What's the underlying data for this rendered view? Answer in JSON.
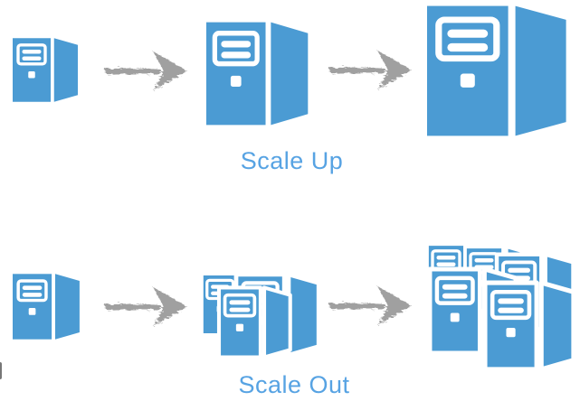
{
  "diagram": {
    "labels": {
      "scale_up": "Scale Up",
      "scale_out": "Scale Out"
    },
    "colors": {
      "server_blue": "#4B9BD3",
      "arrow_gray": "#A0A0A0",
      "label_blue": "#57A3E3"
    },
    "rows": [
      {
        "name": "scale-up",
        "label": "Scale Up",
        "items": [
          "small server tower",
          "sketch arrow right",
          "medium server tower",
          "sketch arrow right",
          "large server tower"
        ]
      },
      {
        "name": "scale-out",
        "label": "Scale Out",
        "items": [
          "small server tower",
          "sketch arrow right",
          "cluster of 3 server towers",
          "sketch arrow right",
          "cluster of 5 server towers"
        ]
      }
    ]
  }
}
